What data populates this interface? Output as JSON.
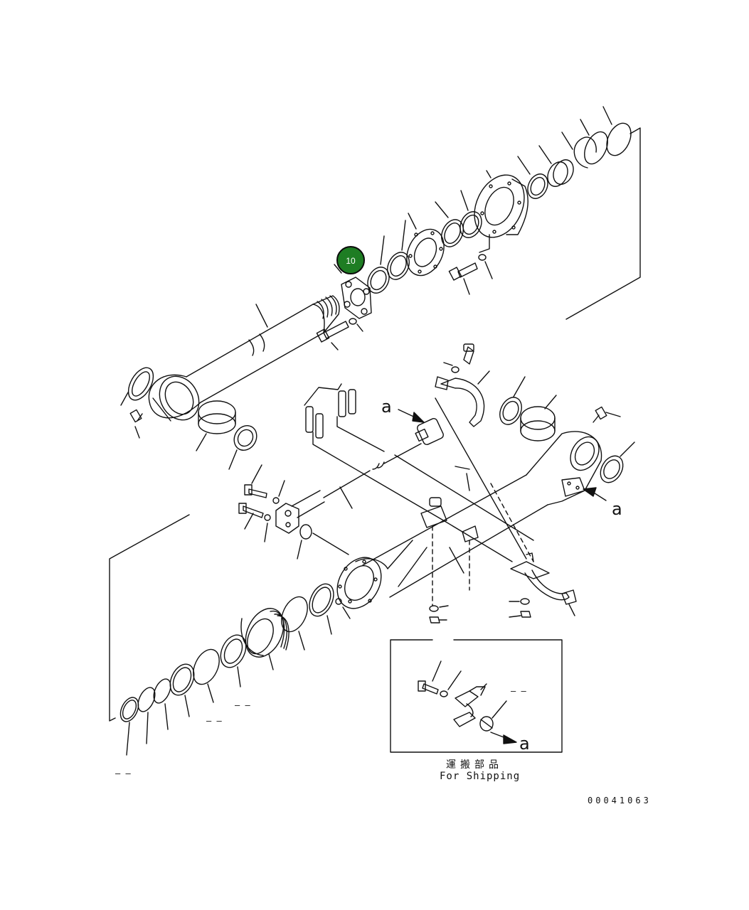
{
  "callout": {
    "number": "10",
    "color": "#1e7d23",
    "ring": "#0b0b0b"
  },
  "labels": {
    "a_top": "a",
    "a_right": "a",
    "a_inset": "a"
  },
  "shipping": {
    "jp": "運搬部品",
    "en": "For Shipping"
  },
  "figure_number": "00041063",
  "colors": {
    "line": "#111111",
    "background": "#ffffff"
  }
}
